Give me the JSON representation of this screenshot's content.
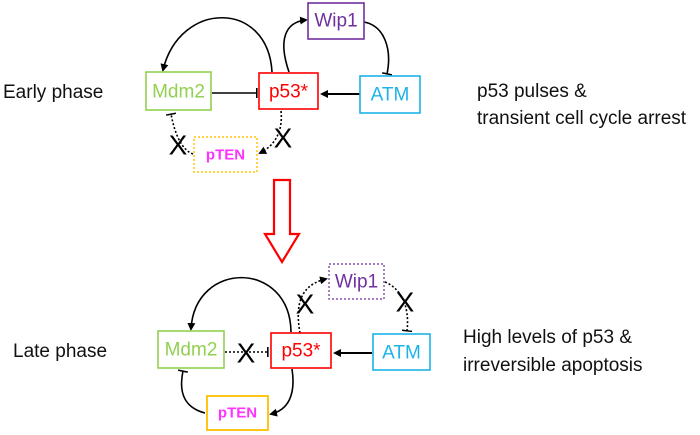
{
  "colors": {
    "mdm2": "#92D050",
    "p53": "#FF0000",
    "atm": "#1CB3E8",
    "wip1": "#7030A0",
    "pten_border": "#FFC000",
    "pten_text": "#FF33FF",
    "transition_arrow": "#FF0000",
    "edge": "#000000"
  },
  "early_phase": {
    "label": "Early phase",
    "description_line1": "p53 pulses &",
    "description_line2": "transient cell cycle arrest",
    "nodes": {
      "mdm2": "Mdm2",
      "p53": "p53*",
      "atm": "ATM",
      "wip1": "Wip1",
      "pten": "pTEN"
    },
    "edges": [
      {
        "from": "p53",
        "to": "mdm2",
        "type": "activation",
        "style": "solid"
      },
      {
        "from": "mdm2",
        "to": "p53",
        "type": "inhibition",
        "style": "solid"
      },
      {
        "from": "atm",
        "to": "p53",
        "type": "activation",
        "style": "solid"
      },
      {
        "from": "p53",
        "to": "wip1",
        "type": "activation",
        "style": "solid"
      },
      {
        "from": "wip1",
        "to": "atm",
        "type": "inhibition",
        "style": "solid"
      },
      {
        "from": "p53",
        "to": "pten",
        "type": "activation",
        "style": "dotted",
        "blocked": true
      },
      {
        "from": "pten",
        "to": "mdm2",
        "type": "inhibition",
        "style": "dotted",
        "blocked": true
      }
    ],
    "pten_active": false,
    "wip1_active": true
  },
  "late_phase": {
    "label": "Late phase",
    "description_line1": "High levels of p53  &",
    "description_line2": "irreversible apoptosis",
    "nodes": {
      "mdm2": "Mdm2",
      "p53": "p53*",
      "atm": "ATM",
      "wip1": "Wip1",
      "pten": "pTEN"
    },
    "edges": [
      {
        "from": "p53",
        "to": "mdm2",
        "type": "activation",
        "style": "solid"
      },
      {
        "from": "mdm2",
        "to": "p53",
        "type": "inhibition",
        "style": "dotted",
        "blocked": true
      },
      {
        "from": "atm",
        "to": "p53",
        "type": "activation",
        "style": "solid"
      },
      {
        "from": "p53",
        "to": "wip1",
        "type": "activation",
        "style": "dotted",
        "blocked": true
      },
      {
        "from": "wip1",
        "to": "atm",
        "type": "inhibition",
        "style": "dotted",
        "blocked": true
      },
      {
        "from": "p53",
        "to": "pten",
        "type": "activation",
        "style": "solid"
      },
      {
        "from": "pten",
        "to": "mdm2",
        "type": "inhibition",
        "style": "solid"
      }
    ],
    "pten_active": true,
    "wip1_active": false
  },
  "block_symbol": "X"
}
